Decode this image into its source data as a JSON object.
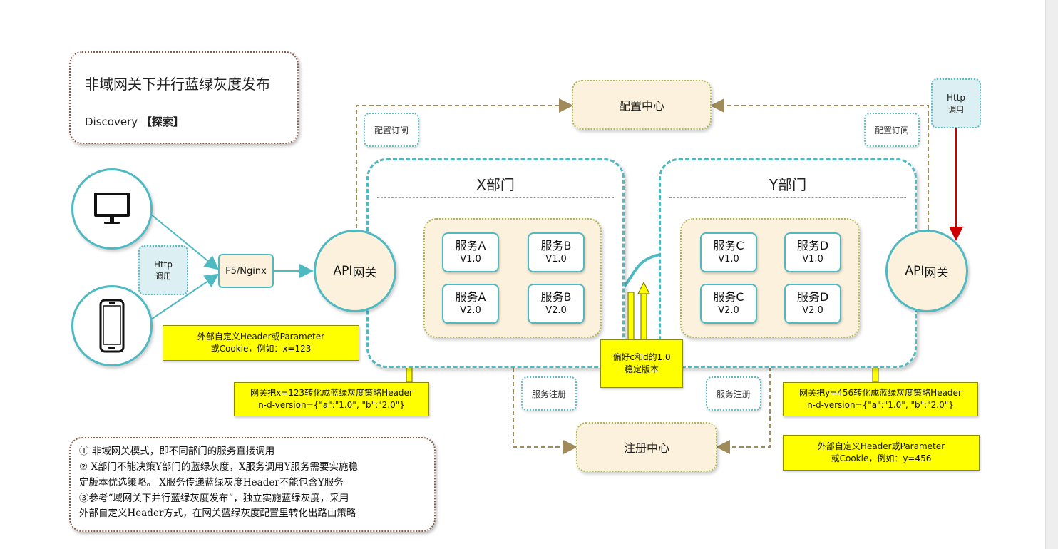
{
  "title": {
    "main": "非域网关下并行蓝绿灰度发布",
    "sub_prefix": "Discovery",
    "sub_bracket": "【探索】"
  },
  "config_center": "配置中心",
  "registry_center": "注册中心",
  "config_subscribe_left": "配置订阅",
  "config_subscribe_right": "配置订阅",
  "service_register_left": "服务注册",
  "service_register_right": "服务注册",
  "http_call_left": {
    "line1": "Http",
    "line2": "调用"
  },
  "http_call_right": {
    "line1": "Http",
    "line2": "调用"
  },
  "f5": "F5/Nginx",
  "gateway_left": {
    "en": "API",
    "cn": "网关"
  },
  "gateway_right": {
    "en": "API",
    "cn": "网关"
  },
  "dept_x": {
    "title": "X部门",
    "services": [
      {
        "name": "服务A",
        "version": "V1.0"
      },
      {
        "name": "服务B",
        "version": "V1.0"
      },
      {
        "name": "服务A",
        "version": "V2.0"
      },
      {
        "name": "服务B",
        "version": "V2.0"
      }
    ]
  },
  "dept_y": {
    "title": "Y部门",
    "services": [
      {
        "name": "服务C",
        "version": "V1.0"
      },
      {
        "name": "服务D",
        "version": "V1.0"
      },
      {
        "name": "服务C",
        "version": "V2.0"
      },
      {
        "name": "服务D",
        "version": "V2.0"
      }
    ]
  },
  "notes": {
    "left_external": {
      "line1": "外部自定义Header或Parameter",
      "line2": "或Cookie，例如：x=123"
    },
    "left_gateway": {
      "line1": "网关把x=123转化成蓝绿灰度策略Header",
      "line2": "n-d-version={\"a\":\"1.0\", \"b\":\"2.0\"}"
    },
    "stable": {
      "line1": "偏好c和d的1.0",
      "line2": "稳定版本"
    },
    "right_gateway": {
      "line1": "网关把y=456转化成蓝绿灰度策略Header",
      "line2": "n-d-version={\"a\":\"1.0\", \"b\":\"2.0\"}"
    },
    "right_external": {
      "line1": "外部自定义Header或Parameter",
      "line2": "或Cookie，例如：y=456"
    }
  },
  "explanations": [
    "① 非域网关模式，即不同部门的服务直接调用",
    "② X部门不能决策Y部门的蓝绿灰度，X服务调用Y服务需要实施稳",
    "定版本优选策略。 X服务传递蓝绿灰度Header不能包含Y服务",
    "③参考“域网关下并行蓝绿灰度发布”，独立实施蓝绿灰度，采用",
    "外部自定义Header方式，在网关蓝绿灰度配置里转化出路由策略"
  ],
  "colors": {
    "teal": "#4fb9c2",
    "cream": "#fbf1dc",
    "yellow": "#ffff00",
    "dashed_line": "#a08a5a",
    "red": "#cc0000"
  },
  "icons": [
    "monitor-icon",
    "phone-icon"
  ]
}
